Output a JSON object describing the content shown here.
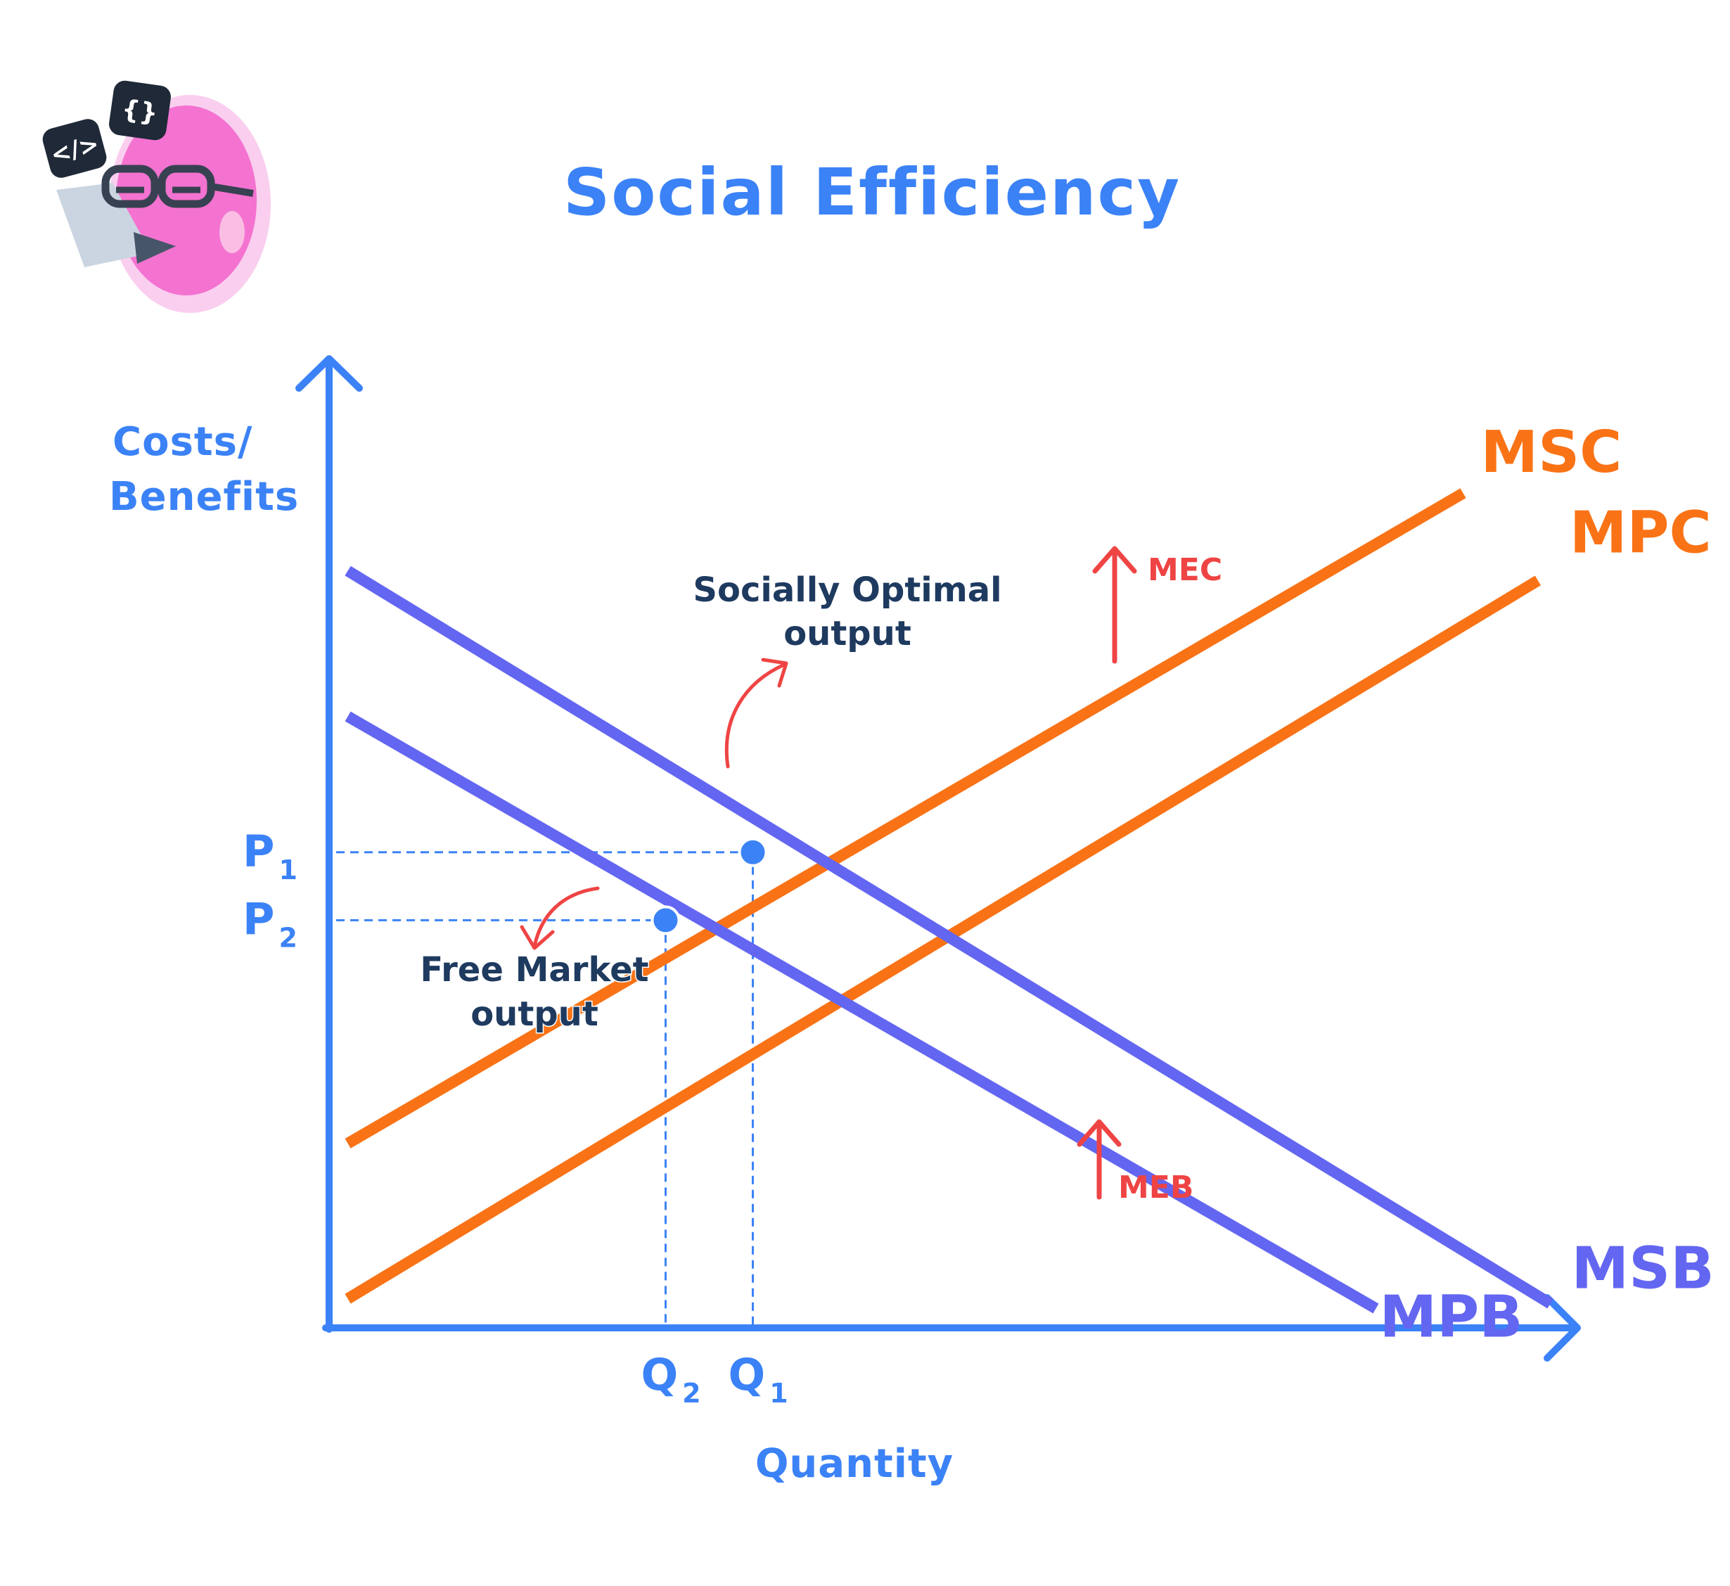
{
  "title": "Social Efficiency",
  "y_axis_label_line1": "Costs/",
  "y_axis_label_line2": "Benefits",
  "x_axis_label": "Quantity",
  "colors": {
    "axis": "#3b82f6",
    "cost_curves": "#f97316",
    "benefit_curves": "#6366f1",
    "arrows": "#ef4444",
    "annotation_text": "#1e3a5f",
    "mascot_body": "#f472d0"
  },
  "chart_data": {
    "type": "line",
    "title": "Social Efficiency",
    "xlabel": "Quantity",
    "ylabel": "Costs/ Benefits",
    "series": [
      {
        "name": "MSC",
        "points": [
          [
            0.15,
            1.9
          ],
          [
            9.1,
            8.6
          ]
        ]
      },
      {
        "name": "MPC",
        "points": [
          [
            0.15,
            0.3
          ],
          [
            9.7,
            7.7
          ]
        ]
      },
      {
        "name": "MSB",
        "points": [
          [
            0.15,
            7.8
          ],
          [
            9.8,
            0.25
          ]
        ]
      },
      {
        "name": "MPB",
        "points": [
          [
            0.15,
            6.3
          ],
          [
            8.4,
            0.2
          ]
        ]
      }
    ],
    "equilibria": [
      {
        "name": "Socially Optimal output",
        "quantity_label": "Q₁",
        "price_label": "P₁",
        "q": 3.4,
        "p": 4.9
      },
      {
        "name": "Free Market output",
        "quantity_label": "Q₂",
        "price_label": "P₂",
        "q": 2.7,
        "p": 4.2
      }
    ],
    "shifts": [
      {
        "label": "MEC",
        "from": "MPC",
        "to": "MSC"
      },
      {
        "label": "MEB",
        "from": "MPB",
        "to": "MSB"
      }
    ],
    "x_ticks": [
      {
        "main": "Q",
        "sub": "2"
      },
      {
        "main": "Q",
        "sub": "1"
      }
    ],
    "y_ticks": [
      {
        "main": "P",
        "sub": "1"
      },
      {
        "main": "P",
        "sub": "2"
      }
    ],
    "annotations": {
      "socially_optimal_line1": "Socially Optimal",
      "socially_optimal_line2": "output",
      "free_market_line1": "Free Market",
      "free_market_line2": "output",
      "mec": "MEC",
      "meb": "MEB"
    },
    "xlim": [
      0,
      10
    ],
    "ylim": [
      0,
      10
    ],
    "grid": false,
    "legend": "none"
  },
  "mascot": {
    "badge_code": "</>",
    "badge_braces": "{}"
  }
}
